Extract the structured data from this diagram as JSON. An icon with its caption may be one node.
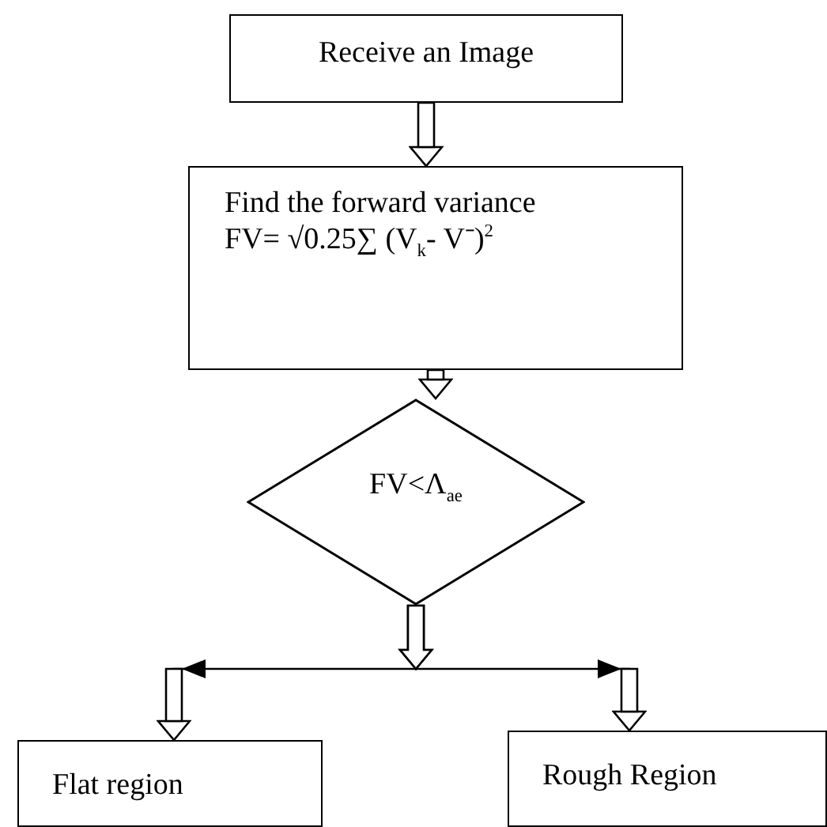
{
  "diagram": {
    "nodes": [
      {
        "text": [
          "Receive an Image"
        ]
      },
      {
        "text": [
          "Find the forward variance",
          "FV= √0.25∑ (V$_{k}$- V⁻)$^{2}$"
        ]
      },
      {
        "text": [
          "FV<Λ$_{ae}$"
        ]
      },
      {
        "text": [
          "Flat region"
        ]
      },
      {
        "text": [
          "Rough Region"
        ]
      }
    ],
    "edges": [
      {
        "from": 0,
        "to": 1,
        "arrow": "to"
      },
      {
        "from": 1,
        "to": 2,
        "arrow": "to"
      },
      {
        "from": 2,
        "to": 3,
        "arrow": "to"
      },
      {
        "from": 2,
        "to": 4,
        "arrow": "to"
      }
    ]
  }
}
